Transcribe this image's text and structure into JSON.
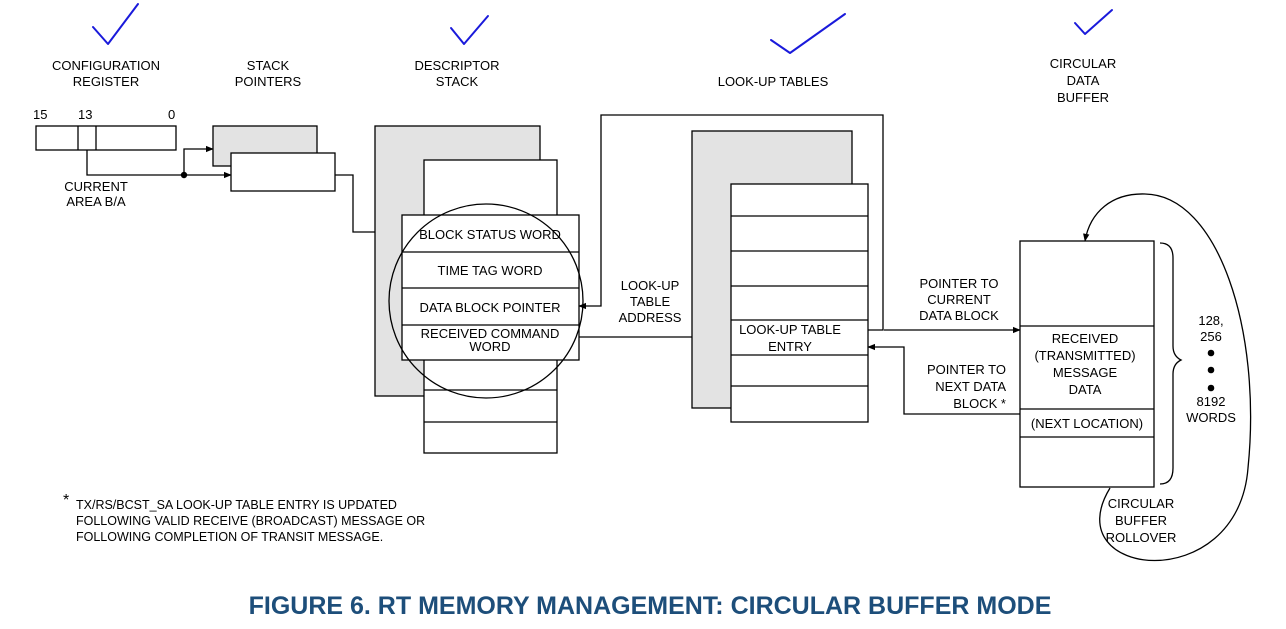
{
  "colors": {
    "checkmark": "#1a1adb",
    "caption": "#1d4e7a",
    "stack_fill": "#e3e3e3",
    "line": "#000000"
  },
  "headings": {
    "configuration_register": [
      "CONFIGURATION",
      "REGISTER"
    ],
    "stack_pointers": [
      "STACK",
      "POINTERS"
    ],
    "descriptor_stack": [
      "DESCRIPTOR",
      "STACK"
    ],
    "lookup_tables": [
      "LOOK-UP TABLES"
    ],
    "circular_data_buffer": [
      "CIRCULAR",
      "DATA",
      "BUFFER"
    ]
  },
  "register": {
    "bit_high": "15",
    "bit_mid": "13",
    "bit_low": "0",
    "current_area": [
      "CURRENT",
      "AREA B/A"
    ]
  },
  "descriptor_words": {
    "block_status": [
      "BLOCK STATUS WORD"
    ],
    "time_tag": [
      "TIME TAG WORD"
    ],
    "data_block_pointer": [
      "DATA BLOCK POINTER"
    ],
    "received_command": [
      "RECEIVED COMMAND",
      "WORD"
    ]
  },
  "lookup": {
    "address_label": [
      "LOOK-UP",
      "TABLE",
      "ADDRESS"
    ],
    "entry_label": [
      "LOOK-UP TABLE",
      "ENTRY"
    ],
    "pointer_current": [
      "POINTER TO",
      "CURRENT",
      "DATA BLOCK"
    ],
    "pointer_next": [
      "POINTER TO",
      "NEXT DATA",
      "BLOCK *"
    ]
  },
  "buffer": {
    "message": [
      "RECEIVED",
      "(TRANSMITTED)",
      "MESSAGE",
      "DATA"
    ],
    "next_location": [
      "(NEXT LOCATION)"
    ],
    "size_top": [
      "128,",
      "256"
    ],
    "size_bottom": [
      "8192",
      "WORDS"
    ],
    "rollover": [
      "CIRCULAR",
      "BUFFER",
      "ROLLOVER"
    ]
  },
  "footnote": {
    "marker": "*",
    "lines": [
      "TX/RS/BCST_SA LOOK-UP TABLE ENTRY IS UPDATED",
      "FOLLOWING VALID RECEIVE (BROADCAST) MESSAGE OR",
      "FOLLOWING COMPLETION OF TRANSIT MESSAGE."
    ]
  },
  "caption": "FIGURE 6.  RT MEMORY MANAGEMENT: CIRCULAR BUFFER MODE"
}
